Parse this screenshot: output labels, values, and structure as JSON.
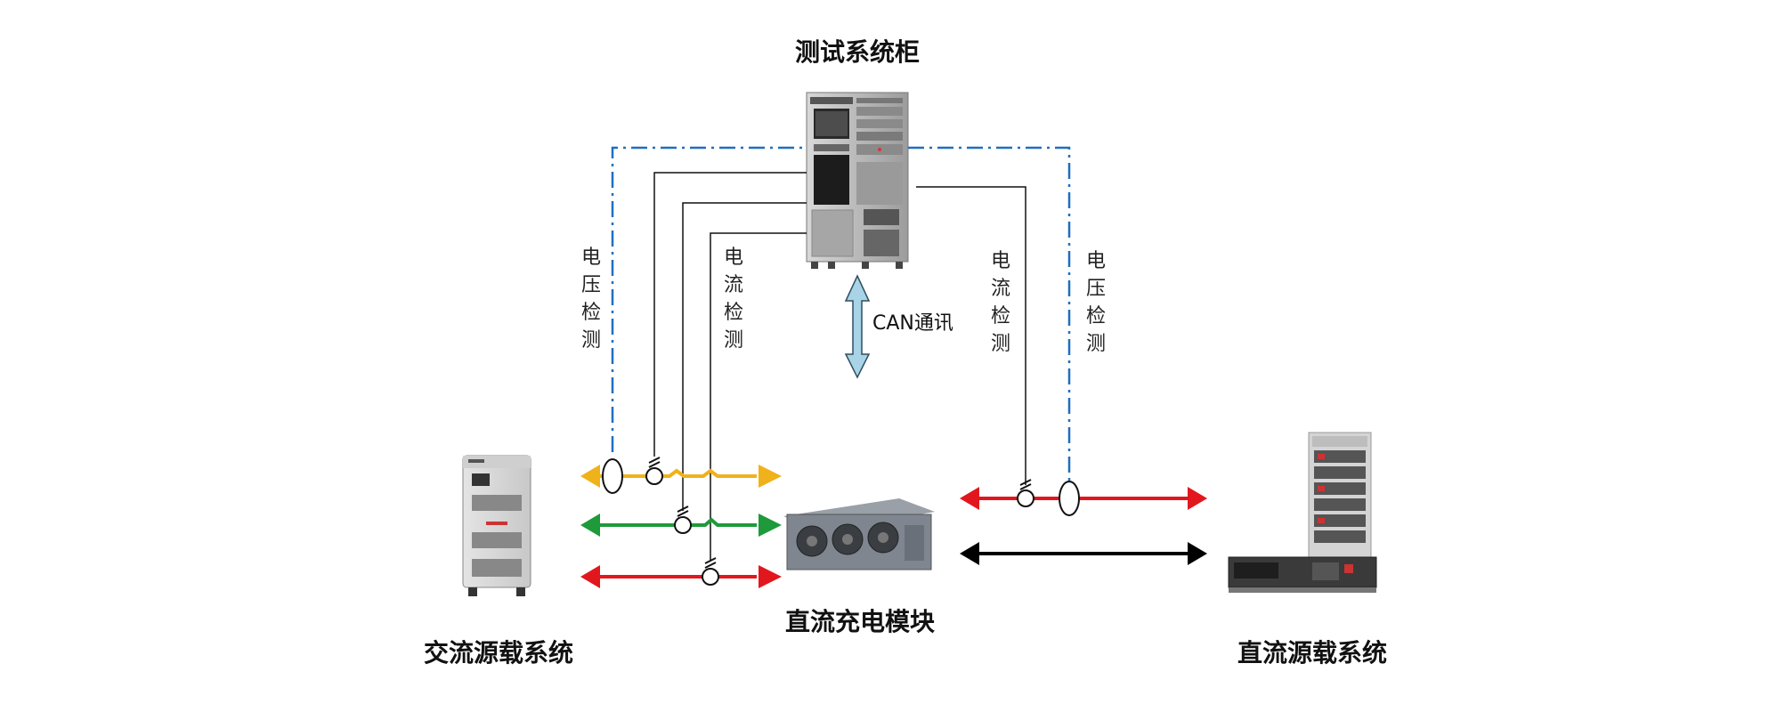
{
  "title": "测试系统柜",
  "labels": {
    "ac_system": "交流源载系统",
    "dc_module": "直流充电模块",
    "dc_system": "直流源载系统",
    "can_comm": "CAN通讯",
    "voltage_detect_left": [
      "电",
      "压",
      "检",
      "测"
    ],
    "current_detect_left": [
      "电",
      "流",
      "检",
      "测"
    ],
    "current_detect_right": [
      "电",
      "流",
      "检",
      "测"
    ],
    "voltage_detect_right": [
      "电",
      "压",
      "检",
      "测"
    ]
  },
  "colors": {
    "yellow_line": "#f0b21a",
    "green_line": "#1f9a3a",
    "red_line": "#e2171d",
    "black_line": "#000000",
    "dashdot_line": "#1f6fbf",
    "can_arrow": "#a9d3e6"
  }
}
